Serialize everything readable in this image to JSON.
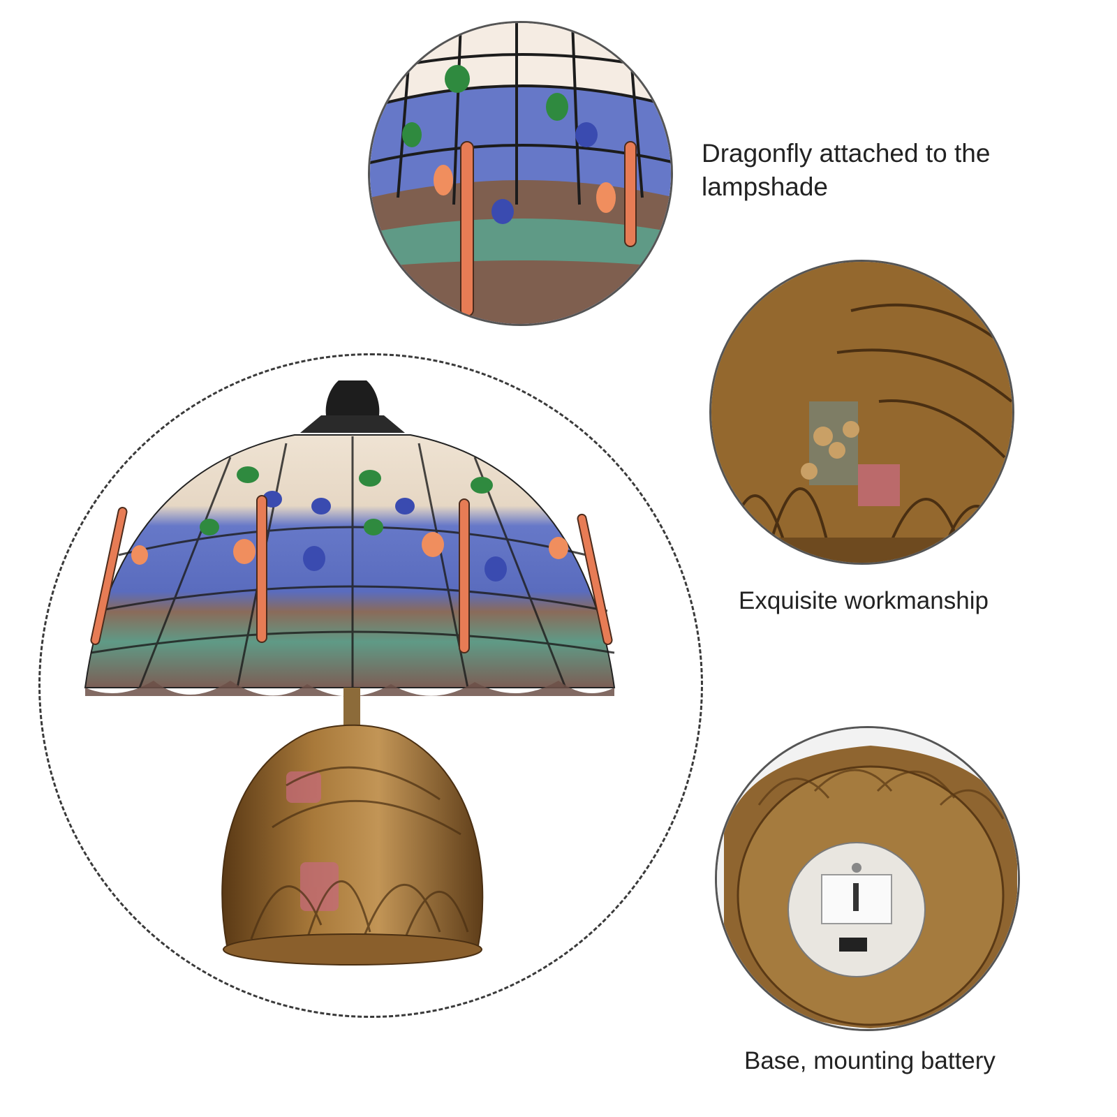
{
  "captions": {
    "shade_detail": "Dragonfly attached to the lampshade",
    "workmanship": "Exquisite workmanship",
    "base_detail": "Base, mounting battery"
  },
  "colors": {
    "glass_cream": "#efe3d3",
    "glass_blue": "#6678c8",
    "glass_green": "#5f9a86",
    "jewel_green": "#2f8a3f",
    "jewel_orange": "#f08e5e",
    "bronze": "#9a6a2f",
    "bronze_dark": "#5a3915",
    "finial": "#1d1d1d",
    "pink_glass": "#c46a7a"
  }
}
